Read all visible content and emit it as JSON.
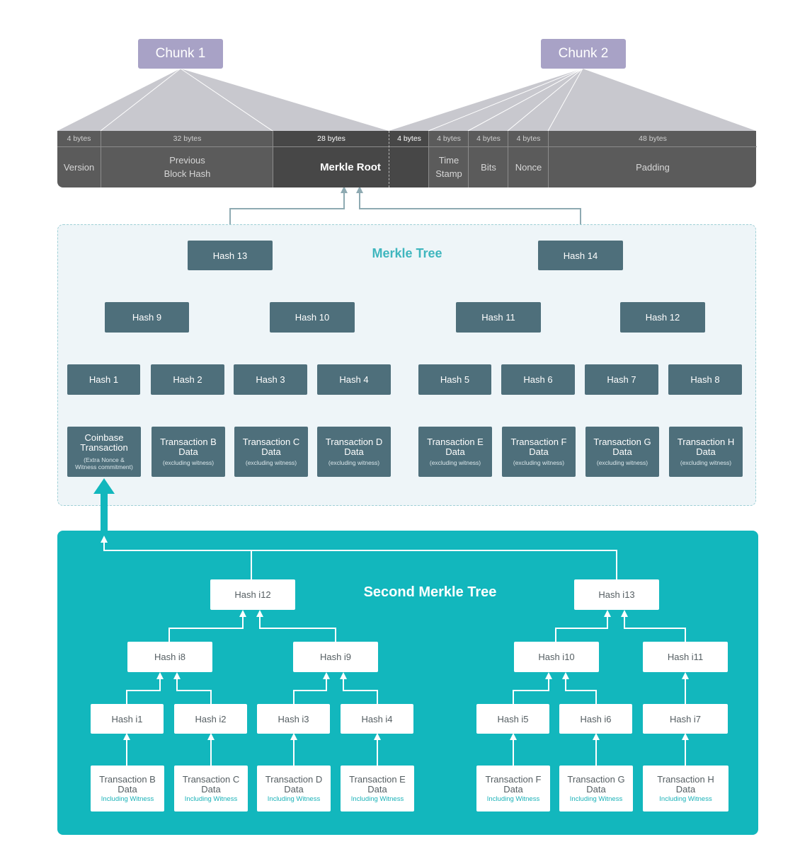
{
  "chunks": {
    "chunk1": "Chunk 1",
    "chunk2": "Chunk 2"
  },
  "header": {
    "fields": [
      {
        "bytes": "4 bytes",
        "label": "Version"
      },
      {
        "bytes": "32 bytes",
        "label": "Previous\nBlock Hash"
      },
      {
        "bytes": "28 bytes",
        "label": "Merkle Root"
      },
      {
        "bytes": "4 bytes",
        "label": ""
      },
      {
        "bytes": "4 bytes",
        "label": "Time\nStamp"
      },
      {
        "bytes": "4 bytes",
        "label": "Bits"
      },
      {
        "bytes": "4 bytes",
        "label": "Nonce"
      },
      {
        "bytes": "48 bytes",
        "label": "Padding"
      }
    ]
  },
  "merkle_tree": {
    "title": "Merkle Tree",
    "hashes": {
      "h13": "Hash 13",
      "h14": "Hash 14",
      "h9": "Hash 9",
      "h10": "Hash 10",
      "h11": "Hash 11",
      "h12": "Hash 12",
      "h1": "Hash 1",
      "h2": "Hash 2",
      "h3": "Hash 3",
      "h4": "Hash 4",
      "h5": "Hash 5",
      "h6": "Hash 6",
      "h7": "Hash 7",
      "h8": "Hash 8"
    },
    "transactions": [
      {
        "line1": "Coinbase",
        "line2": "Transaction",
        "sub1": "(Extra Nonce &",
        "sub2": "Witness commitment)"
      },
      {
        "line1": "Transaction B",
        "line2": "Data",
        "sub1": "(excluding witness)"
      },
      {
        "line1": "Transaction C",
        "line2": "Data",
        "sub1": "(excluding witness)"
      },
      {
        "line1": "Transaction D",
        "line2": "Data",
        "sub1": "(excluding witness)"
      },
      {
        "line1": "Transaction E",
        "line2": "Data",
        "sub1": "(excluding witness)"
      },
      {
        "line1": "Transaction F",
        "line2": "Data",
        "sub1": "(excluding witness)"
      },
      {
        "line1": "Transaction G",
        "line2": "Data",
        "sub1": "(excluding witness)"
      },
      {
        "line1": "Transaction H",
        "line2": "Data",
        "sub1": "(excluding witness)"
      }
    ]
  },
  "second_tree": {
    "title": "Second Merkle Tree",
    "hashes": {
      "i12": "Hash i12",
      "i13": "Hash i13",
      "i8": "Hash i8",
      "i9": "Hash i9",
      "i10": "Hash i10",
      "i11": "Hash i11",
      "i1": "Hash i1",
      "i2": "Hash i2",
      "i3": "Hash i3",
      "i4": "Hash i4",
      "i5": "Hash i5",
      "i6": "Hash i6",
      "i7": "Hash i7"
    },
    "transactions": [
      {
        "line1": "Transaction B",
        "line2": "Data",
        "sub1": "Including Witness"
      },
      {
        "line1": "Transaction C",
        "line2": "Data",
        "sub1": "Including Witness"
      },
      {
        "line1": "Transaction D",
        "line2": "Data",
        "sub1": "Including Witness"
      },
      {
        "line1": "Transaction E",
        "line2": "Data",
        "sub1": "Including Witness"
      },
      {
        "line1": "Transaction F",
        "line2": "Data",
        "sub1": "Including Witness"
      },
      {
        "line1": "Transaction G",
        "line2": "Data",
        "sub1": "Including Witness"
      },
      {
        "line1": "Transaction H",
        "line2": "Data",
        "sub1": "Including Witness"
      }
    ]
  },
  "colors": {
    "chunk": "#a8a2c6",
    "header": "#5b5b5b",
    "merkle_root_cell": "#474747",
    "dark_node": "#4e6f7b",
    "tree_background": "#eef5f8",
    "second_tree_background": "#12b7bd",
    "connector": "#8eaab2",
    "accent_teal": "#3fb6be"
  }
}
